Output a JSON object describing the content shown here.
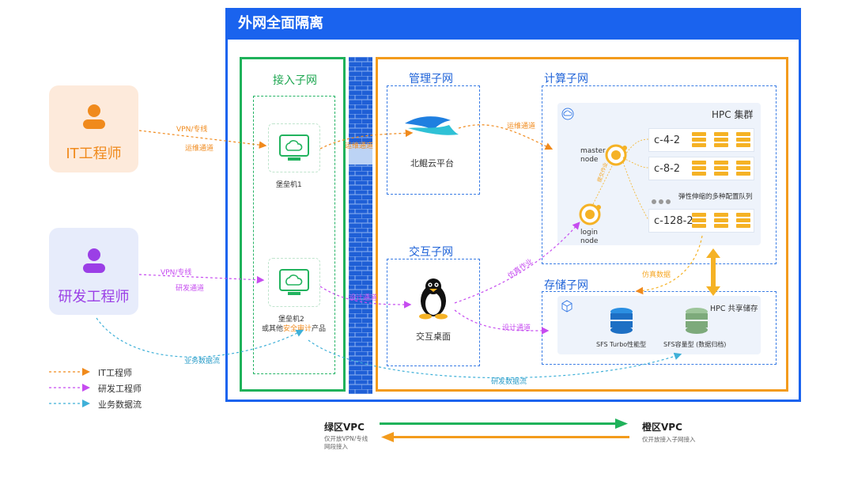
{
  "outer_title": "外网全面隔离",
  "engineers": {
    "it": {
      "label": "IT工程师",
      "color": "#f08a1c"
    },
    "dev": {
      "label": "研发工程师",
      "color": "#9b3fe6"
    }
  },
  "access_subnet": {
    "title": "接入子网",
    "bastion1": "堡垒机1",
    "bastion2_line1": "堡垒机2",
    "bastion2_line2_pre": "或其他",
    "bastion2_line2_hl": "安全审计",
    "bastion2_line2_post": "产品"
  },
  "mgmt_subnet": {
    "title": "管理子网",
    "platform": "北鲲云平台"
  },
  "interact_subnet": {
    "title": "交互子网",
    "desktop": "交互桌面"
  },
  "compute_subnet": {
    "title": "计算子网",
    "cluster_title": "HPC 集群",
    "master_node": "master\nnode",
    "login_node": "login\nnode",
    "queues": [
      "c-4-2",
      "c-8-2",
      "c-128-2"
    ],
    "elastic_note": "弹性伸缩的多种配置队列",
    "submit_label": "提交作业"
  },
  "storage_subnet": {
    "title": "存储子网",
    "hpc_share": "HPC 共享储存",
    "turbo": "SFS Turbo性能型",
    "capacity": "SFS容量型 (数据归档)"
  },
  "flows": {
    "vpn1": "VPN/专线",
    "ops1": "运维通道",
    "vpn2": "VPN/专线",
    "dev1": "研发通道",
    "ops2": "运维通道",
    "ops3": "运维通道",
    "design1": "设计通道",
    "design2": "设计通道",
    "sim_job": "仿真作业",
    "sim_data": "仿真数据",
    "biz1": "业务数据流",
    "dev_data": "研发数据流"
  },
  "legend": [
    {
      "label": "IT工程师",
      "color": "#f08a1c"
    },
    {
      "label": "研发工程师",
      "color": "#c64cf0"
    },
    {
      "label": "业务数据流",
      "color": "#3fb0d8"
    }
  ],
  "vpc": {
    "green": "绿区VPC",
    "green_note": "仅开放VPN/专线\n网段接入",
    "orange": "橙区VPC",
    "orange_note": "仅开放接入子网接入"
  }
}
